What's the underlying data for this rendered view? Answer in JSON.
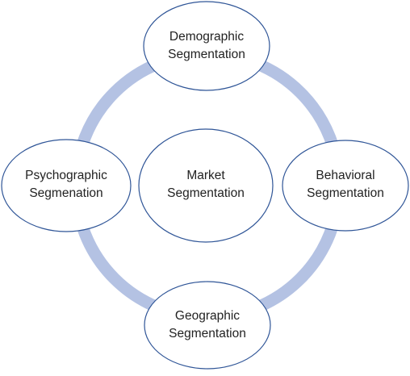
{
  "diagram": {
    "ring_color": "#b4c2e3",
    "node_stroke": "#2f5597",
    "node_fill": "#ffffff",
    "center": {
      "line1": "Market",
      "line2": "Segmentation"
    },
    "top": {
      "line1": "Demographic",
      "line2": "Segmentation"
    },
    "right": {
      "line1": "Behavioral",
      "line2": "Segmentation"
    },
    "bottom": {
      "line1": "Geographic",
      "line2": "Segmentation"
    },
    "left": {
      "line1": "Psychographic",
      "line2": "Segmenation"
    }
  }
}
